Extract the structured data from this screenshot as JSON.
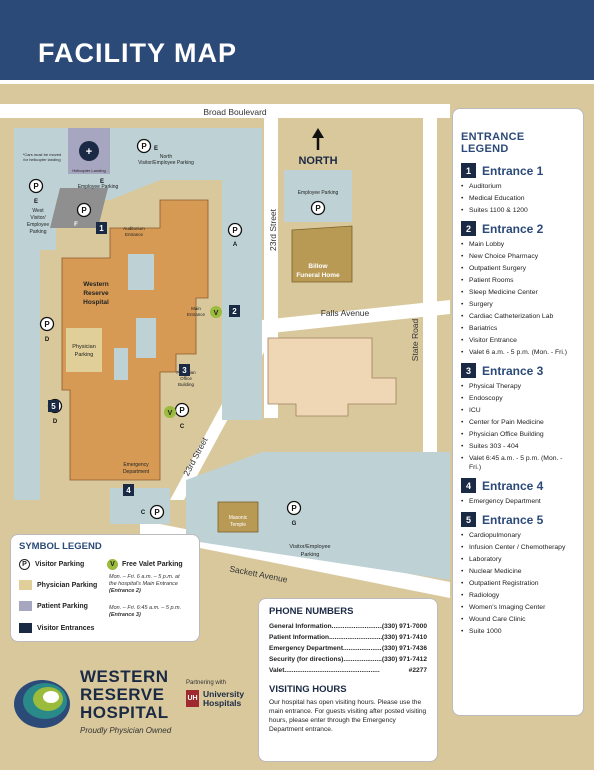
{
  "title": "FACILITY MAP",
  "colors": {
    "header_bg": "#2c4a78",
    "grounds": "#d8c89c",
    "hospital": "#d79a55",
    "physician_parking": "#e0cf98",
    "patient_parking": "#a6a6c0",
    "visitor_area": "#bed2d6",
    "entrance_box": "#1b2a44",
    "valet": "#9bbb3c",
    "billow": "#b89a55"
  },
  "streets": {
    "broad": "Broad Boulevard",
    "third_a": "23rd Street",
    "third_b": "23rd Street",
    "falls": "Falls Avenue",
    "state": "State Road",
    "sackett": "Sackett Avenue"
  },
  "map_labels": {
    "north": "NORTH",
    "hospital_line1": "Western",
    "hospital_line2": "Reserve",
    "hospital_line3": "Hospital",
    "physician_parking_line1": "Physician",
    "physician_parking_line2": "Parking",
    "billow_line1": "Billow",
    "billow_line2": "Funeral Home",
    "masonic_line1": "Masonic",
    "masonic_line2": "Temple",
    "employee_parking_top": "Employee Parking",
    "employee_parking_bldg": "Employee Parking",
    "north_lot_line1": "North",
    "north_lot_line2": "Visitor/Employee Parking",
    "west_lot_line1": "West",
    "west_lot_line2": "Visitor/",
    "west_lot_line3": "Employee",
    "west_lot_line4": "Parking",
    "visitor_employee_line1": "Visitor/Employee",
    "visitor_employee_line2": "Parking",
    "heli_note_line1": "*Cars must be moved",
    "heli_note_line2": "for helicopter landing",
    "heli_landing": "Helicopter Landing",
    "auditorium_line1": "Auditorium",
    "auditorium_line2": "Entrance",
    "main_line1": "Main",
    "main_line2": "Entrance",
    "pob_line1": "Physician",
    "pob_line2": "Office",
    "pob_line3": "Building",
    "ed_line1": "Emergency",
    "ed_line2": "Department"
  },
  "lot_letters": {
    "e_north": "E",
    "e_heli": "E",
    "e_west": "E",
    "f": "F",
    "a": "A",
    "d_top": "D",
    "d_bottom": "D",
    "c_mid": "C",
    "c_bottom": "C",
    "g": "G",
    "p": "P",
    "v": "V"
  },
  "entrance_numbers": [
    "1",
    "2",
    "3",
    "4",
    "5"
  ],
  "symbol_legend": {
    "title": "SYMBOL LEGEND",
    "visitor_parking": "Visitor Parking",
    "physician_parking": "Physician Parking",
    "patient_parking": "Patient Parking",
    "visitor_entrances": "Visitor Entrances",
    "free_valet": "Free Valet Parking",
    "valet_note1_line1": "Mon. – Fri. 6 a.m. – 5 p.m. at",
    "valet_note1_line2": "the hospital's Main Entrance",
    "valet_note1_line3": "(Entrance 2)",
    "valet_note2_line1": "Mon. – Fri. 6:45 a.m. – 5 p.m.",
    "valet_note2_line2": "(Entrance 3)"
  },
  "entrance_legend": {
    "title": "ENTRANCE LEGEND",
    "entrances": [
      {
        "num": "1",
        "name": "Entrance 1",
        "items": [
          "Auditorium",
          "Medical Education",
          "Suites 1100 & 1200"
        ]
      },
      {
        "num": "2",
        "name": "Entrance 2",
        "items": [
          "Main Lobby",
          "New Choice Pharmacy",
          "Outpatient Surgery",
          "Patient Rooms",
          "Sleep Medicine Center",
          "Surgery",
          "Cardiac Catheterization Lab",
          "Bariatrics",
          "Visitor Entrance",
          "Valet 6 a.m. - 5 p.m. (Mon. - Fri.)"
        ]
      },
      {
        "num": "3",
        "name": "Entrance 3",
        "items": [
          "Physical Therapy",
          "Endoscopy",
          "ICU",
          "Center for Pain Medicine",
          "Physician Office Building",
          "Suites 303 - 404",
          "Valet 6:45 a.m. - 5 p.m. (Mon. - Fri.)"
        ]
      },
      {
        "num": "4",
        "name": "Entrance 4",
        "items": [
          "Emergency Department"
        ]
      },
      {
        "num": "5",
        "name": "Entrance 5",
        "items": [
          "Cardiopulmonary",
          "Infusion Center / Chemotherapy",
          "Laboratory",
          "Nuclear Medicine",
          "Outpatient Registration",
          "Radiology",
          "Women's Imaging Center",
          "Wound Care Clinic",
          "Suite 1000"
        ]
      }
    ]
  },
  "phone_numbers": {
    "title": "PHONE NUMBERS",
    "rows": [
      {
        "label": "General Information",
        "number": "(330) 971-7000"
      },
      {
        "label": "Patient Information",
        "number": "(330) 971-7410"
      },
      {
        "label": "Emergency Department",
        "number": "(330) 971-7436"
      },
      {
        "label": "Security (for directions)",
        "number": "(330) 971-7412"
      },
      {
        "label": "Valet",
        "number": "#2277"
      }
    ]
  },
  "visiting_hours": {
    "title": "VISITING HOURS",
    "text": "Our hospital has open visiting hours. Please use the main entrance. For guests visiting after posted visiting hours, please enter through the Emergency Department entrance."
  },
  "logo": {
    "line1": "WESTERN",
    "line2": "RESERVE",
    "line3": "HOSPITAL",
    "tagline": "Proudly Physician Owned",
    "partnering": "Partnering with",
    "partner_line1": "University",
    "partner_line2": "Hospitals",
    "uh_mark": "UH"
  }
}
